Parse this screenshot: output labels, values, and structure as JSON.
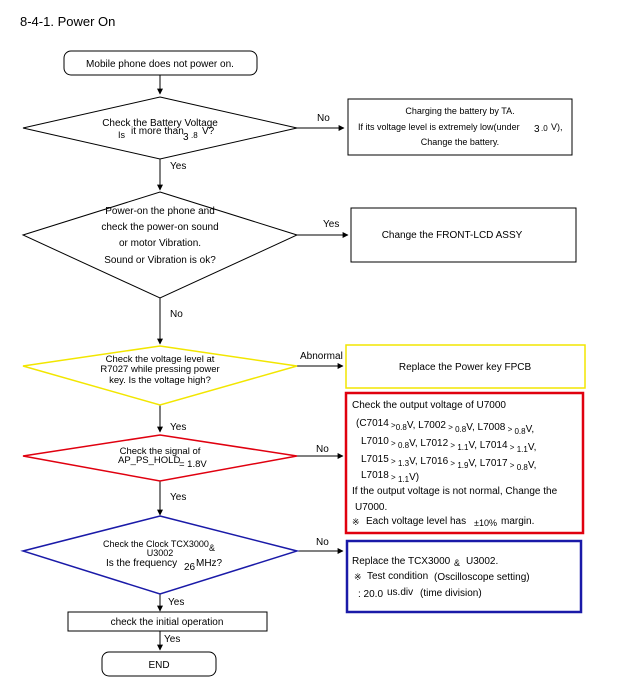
{
  "title": "8-4-1. Power On",
  "start": "Mobile phone does not power on.",
  "d1": {
    "line1": "Check the Battery Voltage",
    "line2a": "Is",
    "line2b": "it more than",
    "line2c": "3",
    "line2d": ".8",
    "line2e": "V?"
  },
  "box_charge": {
    "line1": "Charging the battery by TA.",
    "line2a": "If its voltage level is extremely low(under",
    "line2b": "3",
    "line2c": ".0",
    "line2d": "V),",
    "line3": "Change the battery."
  },
  "d2": {
    "line1": "Power-on the phone and",
    "line2": "check the power-on sound",
    "line3": "or motor Vibration.",
    "line4": "Sound or Vibration is ok?"
  },
  "box_lcd": "Change the FRONT-LCD ASSY",
  "d3": {
    "line1": "Check the voltage level at",
    "line2": "R7027 while pressing power",
    "line3": "key. Is the voltage high?"
  },
  "box_fpcb": "Replace the Power key FPCB",
  "d4": {
    "line1": "Check the signal of",
    "line2a": "AP_PS_HOLD",
    "line2b": "= 1.8V"
  },
  "box_u7000": {
    "line1": "Check the output voltage of U7000",
    "line2": [
      {
        "t": "(C7014",
        "s": "n"
      },
      {
        "t": " >",
        "s": "s"
      },
      {
        "t": "0.8",
        "s": "s"
      },
      {
        "t": "V, L7002",
        "s": "n"
      },
      {
        "t": " > ",
        "s": "s"
      },
      {
        "t": "0.8",
        "s": "s"
      },
      {
        "t": "V, L7008",
        "s": "n"
      },
      {
        "t": " > ",
        "s": "s"
      },
      {
        "t": "0.8",
        "s": "s"
      },
      {
        "t": "V,",
        "s": "n"
      }
    ],
    "line3": [
      {
        "t": "L7010",
        "s": "n"
      },
      {
        "t": " > ",
        "s": "s"
      },
      {
        "t": "0.8",
        "s": "s"
      },
      {
        "t": "V, L7012",
        "s": "n"
      },
      {
        "t": " > ",
        "s": "s"
      },
      {
        "t": "1.1",
        "s": "s"
      },
      {
        "t": "V, L7014",
        "s": "n"
      },
      {
        "t": " > ",
        "s": "s"
      },
      {
        "t": "1.1",
        "s": "s"
      },
      {
        "t": "V,",
        "s": "n"
      }
    ],
    "line4": [
      {
        "t": "L7015",
        "s": "n"
      },
      {
        "t": " > ",
        "s": "s"
      },
      {
        "t": "1.3",
        "s": "s"
      },
      {
        "t": "V, L7016",
        "s": "n"
      },
      {
        "t": " > ",
        "s": "s"
      },
      {
        "t": "1.9",
        "s": "s"
      },
      {
        "t": "V, L7017",
        "s": "n"
      },
      {
        "t": " > ",
        "s": "s"
      },
      {
        "t": "0.8",
        "s": "s"
      },
      {
        "t": "V,",
        "s": "n"
      }
    ],
    "line5": [
      {
        "t": "L7018",
        "s": "n"
      },
      {
        "t": " > ",
        "s": "s"
      },
      {
        "t": "1.1",
        "s": "s"
      },
      {
        "t": "V)",
        "s": "n"
      }
    ],
    "line6": "If the output voltage is not normal, Change the",
    "line7": "U7000.",
    "line8a": "※",
    "line8b": "Each voltage level has",
    "line8c": "±10%",
    "line8d": "margin."
  },
  "d5": {
    "line1a": "Check the Clock TCX3000",
    "line1b": "&",
    "line2": "U3002",
    "line3a": "Is the frequency",
    "line3b": "26",
    "line3c": "MHz?"
  },
  "box_tcx": {
    "line1a": "Replace the TCX3000",
    "line1b": "&",
    "line1c": "U3002.",
    "line2a": "※",
    "line2b": "Test condition",
    "line2c": "(Oscilloscope setting)",
    "line3a": ": 20.0",
    "line3b": "us.div",
    "line3c": "(time division)"
  },
  "box_initial": "check the initial operation",
  "end": "END",
  "labels": {
    "no": "No",
    "yes": "Yes",
    "abnormal": "Abnormal"
  },
  "colors": {
    "stroke": "#000000",
    "yellow": "#f2e600",
    "red": "#e0000f",
    "blue": "#1a1aa8"
  }
}
